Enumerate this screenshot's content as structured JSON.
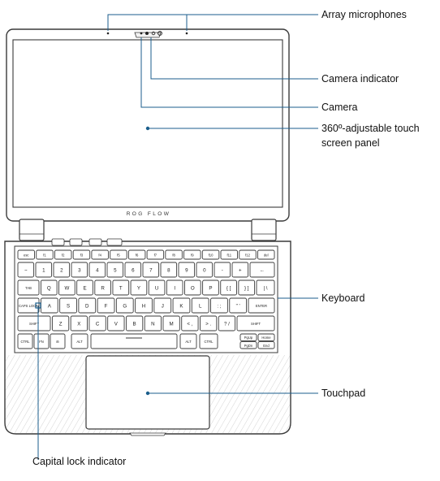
{
  "callouts": {
    "array_microphones": "Array microphones",
    "camera_indicator": "Camera indicator",
    "camera": "Camera",
    "touch_panel_line1": "360º-adjustable touch",
    "touch_panel_line2": "screen panel",
    "keyboard": "Keyboard",
    "touchpad": "Touchpad",
    "caps_lock_indicator": "Capital lock indicator"
  },
  "branding": {
    "lid_logo": "ROG FLOW"
  },
  "keyboard": {
    "function_row": [
      "esc",
      "f1",
      "f2",
      "f3",
      "f4",
      "f5",
      "f6",
      "f7",
      "f8",
      "f9",
      "f10",
      "f11",
      "f12",
      "del"
    ],
    "number_row": [
      "~",
      "1",
      "2",
      "3",
      "4",
      "5",
      "6",
      "7",
      "8",
      "9",
      "0",
      "-",
      "+",
      "←"
    ],
    "top_row": [
      "TAB",
      "Q",
      "W",
      "E",
      "R",
      "T",
      "Y",
      "U",
      "I",
      "O",
      "P",
      "{ [",
      "} ]",
      "| \\"
    ],
    "home_row": [
      "CAPS LOCK",
      "A",
      "S",
      "D",
      "F",
      "G",
      "H",
      "J",
      "K",
      "L",
      ": ;",
      "\" '",
      "ENTER"
    ],
    "bottom_row": [
      "SHIFT",
      "Z",
      "X",
      "C",
      "V",
      "B",
      "N",
      "M",
      "< ,",
      "> .",
      "? /",
      "SHIFT"
    ],
    "space_row": [
      "CTRL",
      "FN",
      "⊞",
      "ALT",
      "",
      "ALT",
      "CTRL",
      "PgUp",
      "Home",
      "PgDn",
      "End"
    ]
  },
  "colors": {
    "callout_line": "#1b5e8c",
    "callout_dot": "#1b5e8c",
    "outline": "#3a3a3a"
  }
}
